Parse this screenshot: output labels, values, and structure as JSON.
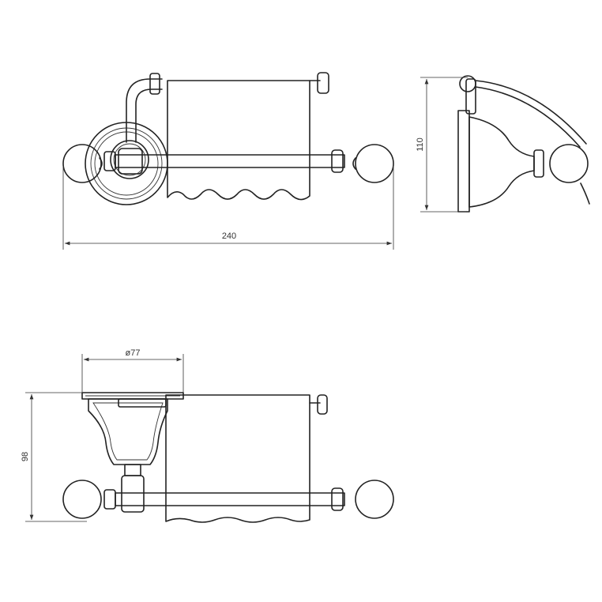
{
  "dimensions": {
    "width_label": "240",
    "height_label": "110",
    "diameter_label": "ø77",
    "depth_label": "98"
  }
}
